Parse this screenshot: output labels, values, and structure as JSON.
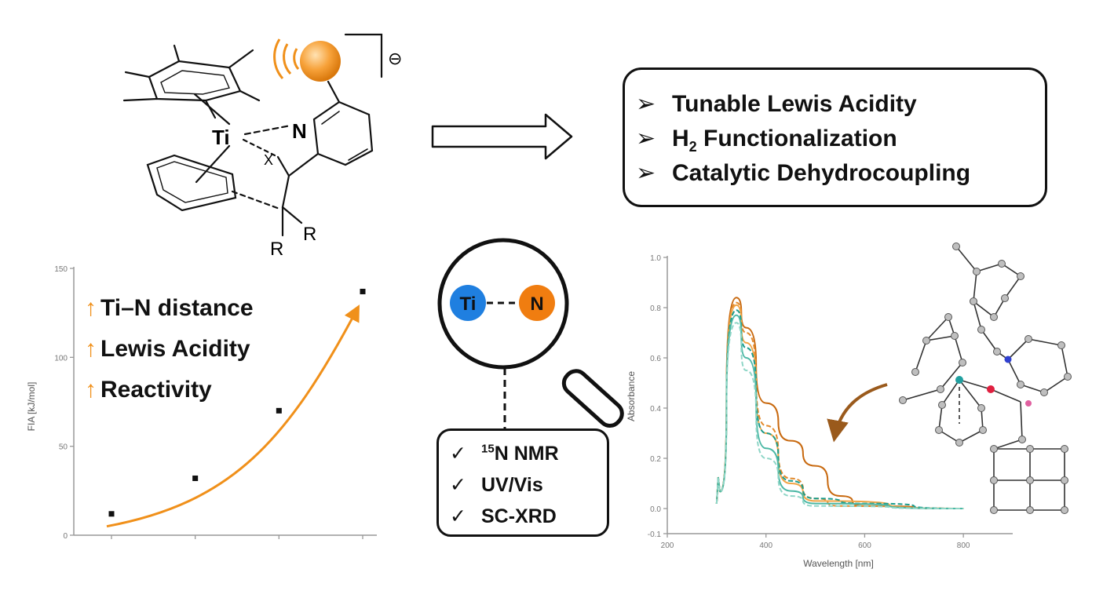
{
  "structure": {
    "metal": "Ti",
    "nitrogen": "N",
    "bridge_atom": "X",
    "substituent_1": "R",
    "substituent_2": "R",
    "counter_ion": "⊖",
    "accent_color": "#f0901a"
  },
  "features": {
    "bullet": "➢",
    "items": [
      {
        "text": "Tunable Lewis Acidity"
      },
      {
        "text_main": "H",
        "text_sub": "2",
        "text_rest": " Functionalization"
      },
      {
        "text": "Catalytic Dehydrocoupling"
      }
    ]
  },
  "trends": {
    "arrow": "↑",
    "items": [
      "Ti–N distance",
      "Lewis Acidity",
      "Reactivity"
    ]
  },
  "magnifier": {
    "left_label": "Ti",
    "right_label": "N",
    "left_color": "#1f7fe0",
    "right_color": "#f07d10"
  },
  "methods": {
    "tick": "✓",
    "items": [
      {
        "sup": "15",
        "text": "N NMR"
      },
      {
        "sup": "",
        "text": "UV/Vis"
      },
      {
        "sup": "",
        "text": "SC-XRD"
      }
    ]
  },
  "chart_data": [
    {
      "type": "scatter",
      "ylabel": "FIA [kJ/mol]",
      "xlabel": "",
      "yticks": [
        "0",
        "50",
        "100",
        "150"
      ],
      "ylim": [
        0,
        150
      ],
      "x": [
        1,
        2,
        3,
        4
      ],
      "values": [
        12,
        32,
        70,
        137
      ],
      "trend_color": "#f0901a"
    },
    {
      "type": "line",
      "xlabel": "Wavelength [nm]",
      "ylabel": "Absorbance",
      "xticks": [
        "200",
        "400",
        "600",
        "800"
      ],
      "yticks": [
        "-0.1",
        "0.0",
        "0.2",
        "0.4",
        "0.6",
        "0.8",
        "1.0"
      ],
      "xlim": [
        200,
        900
      ],
      "ylim": [
        -0.1,
        1.0
      ],
      "series": [
        {
          "color": "#c8690f",
          "points": [
            [
              300,
              0.05
            ],
            [
              340,
              0.84
            ],
            [
              360,
              0.72
            ],
            [
              400,
              0.42
            ],
            [
              450,
              0.27
            ],
            [
              500,
              0.17
            ],
            [
              550,
              0.05
            ],
            [
              600,
              0.01
            ],
            [
              800,
              0.0
            ]
          ]
        },
        {
          "color": "#e3892a",
          "points": [
            [
              300,
              0.05
            ],
            [
              340,
              0.82
            ],
            [
              360,
              0.7
            ],
            [
              400,
              0.33
            ],
            [
              450,
              0.12
            ],
            [
              500,
              0.04
            ],
            [
              550,
              0.01
            ],
            [
              800,
              0.0
            ]
          ]
        },
        {
          "color": "#f0a445",
          "points": [
            [
              300,
              0.05
            ],
            [
              340,
              0.81
            ],
            [
              360,
              0.66
            ],
            [
              400,
              0.3
            ],
            [
              450,
              0.1
            ],
            [
              500,
              0.03
            ],
            [
              800,
              0.0
            ]
          ]
        },
        {
          "color": "#1a9c8c",
          "points": [
            [
              300,
              0.05
            ],
            [
              340,
              0.79
            ],
            [
              360,
              0.64
            ],
            [
              400,
              0.3
            ],
            [
              450,
              0.11
            ],
            [
              500,
              0.04
            ],
            [
              600,
              0.02
            ],
            [
              800,
              0.0
            ]
          ]
        },
        {
          "color": "#4cb8a5",
          "points": [
            [
              300,
              0.05
            ],
            [
              340,
              0.77
            ],
            [
              360,
              0.6
            ],
            [
              400,
              0.24
            ],
            [
              450,
              0.07
            ],
            [
              500,
              0.02
            ],
            [
              800,
              0.0
            ]
          ]
        },
        {
          "color": "#8fd6c7",
          "points": [
            [
              300,
              0.05
            ],
            [
              340,
              0.74
            ],
            [
              360,
              0.55
            ],
            [
              400,
              0.2
            ],
            [
              450,
              0.05
            ],
            [
              500,
              0.01
            ],
            [
              800,
              0.0
            ]
          ]
        }
      ]
    }
  ]
}
